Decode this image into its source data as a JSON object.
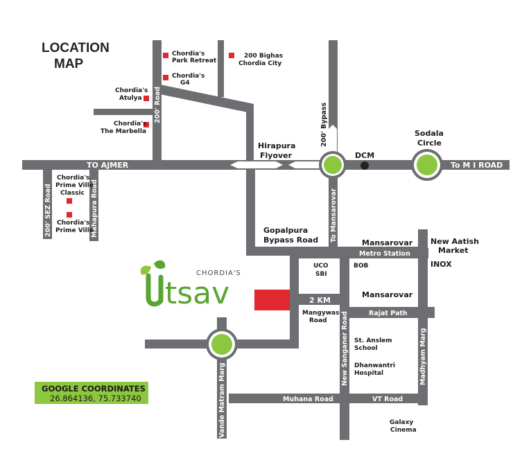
{
  "map": {
    "title_line1": "LOCATION",
    "title_line2": "MAP",
    "colors": {
      "road": "#6d6e71",
      "marker": "#e0282e",
      "circle_green": "#8dc63f",
      "coords_bg": "#8dc63f",
      "project_marker": "#e0282e",
      "brand_green": "#5aa532"
    },
    "roads": {
      "to_ajmer": "TO AJMER",
      "to_mi_road": "To M I ROAD",
      "sez_road": "200' SEZ Road",
      "mahapura_road": "Mahapura Road",
      "road_200": "200' Road",
      "bypass_200": "200' Bypass",
      "to_mansarovar": "To Mansarovar",
      "metro_station": "Metro Station",
      "rajat_path": "Rajat Path",
      "new_sanganer_road": "New Sanganer Road",
      "madhyam_marg": "Madhyam Marg",
      "muhana_road": "Muhana Road",
      "vt_road": "VT Road",
      "vande_matram_marg": "Vande Matram Marg",
      "distance": "2 KM"
    },
    "places": {
      "park_retreat_1": "Chordia's",
      "park_retreat_2": "Park Retreat",
      "g4_1": "Chordia's",
      "g4_2": "G4",
      "bighas_1": "200 Bighas",
      "bighas_2": "Chordia City",
      "atulya_1": "Chordia's",
      "atulya_2": "Atulya",
      "marbella_1": "Chordia's",
      "marbella_2": "The Marbella",
      "pv_classic_1": "Chordia's",
      "pv_classic_2": "Prime Ville",
      "pv_classic_3": "Classic",
      "pv_1": "Chordia's",
      "pv_2": "Prime Ville",
      "hirapura_1": "Hirapura",
      "hirapura_2": "Flyover",
      "dcm": "DCM",
      "sodala_1": "Sodala",
      "sodala_2": "Circle",
      "gopalpura_1": "Gopalpura",
      "gopalpura_2": "Bypass Road",
      "mansarovar_top": "Mansarovar",
      "new_aatish_1": "New Aatish",
      "new_aatish_2": "Market",
      "inox": "INOX",
      "uco": "UCO",
      "sbi": "SBI",
      "bob": "BOB",
      "mansarovar_mid": "Mansarovar",
      "mangywas_1": "Mangywas",
      "mangywas_2": "Road",
      "anslem_1": "St. Anslem",
      "anslem_2": "School",
      "dhanwantri_1": "Dhanwantri",
      "dhanwantri_2": "Hospital",
      "galaxy_1": "Galaxy",
      "galaxy_2": "Cinema"
    },
    "brand": {
      "small": "CHORDIA'S",
      "big": "tsav"
    },
    "coordinates": {
      "title": "GOOGLE COORDINATES",
      "value": "26.864136, 75.733740"
    }
  }
}
